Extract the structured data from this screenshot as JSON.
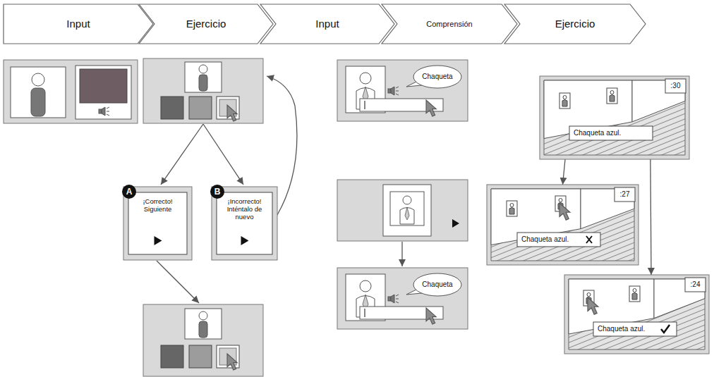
{
  "diagram": {
    "nodes": [
      {
        "text": [
          "Input"
        ]
      },
      {
        "text": [
          "Ejercicio"
        ]
      },
      {
        "text": [
          "Input"
        ]
      },
      {
        "text": [
          "Comprensión"
        ]
      },
      {
        "text": [
          "Ejercicio"
        ]
      },
      {
        "text": [
          "A",
          "¡Correcto! Siguiente"
        ]
      },
      {
        "text": [
          "B",
          "¡Incorrecto! Inténtalo de nuevo"
        ]
      },
      {
        "text": [
          "Chaqueta"
        ]
      },
      {
        "text": [
          "Chaqueta"
        ]
      },
      {
        "text": [
          ":30",
          "Chaqueta azul."
        ]
      },
      {
        "text": [
          ":27",
          "Chaqueta azul."
        ]
      },
      {
        "text": [
          ":24",
          "Chaqueta azul."
        ]
      }
    ],
    "edges": [
      {
        "from": 9,
        "to": 10,
        "arrow": "to"
      },
      {
        "from": 9,
        "to": 11,
        "arrow": "to"
      }
    ]
  }
}
